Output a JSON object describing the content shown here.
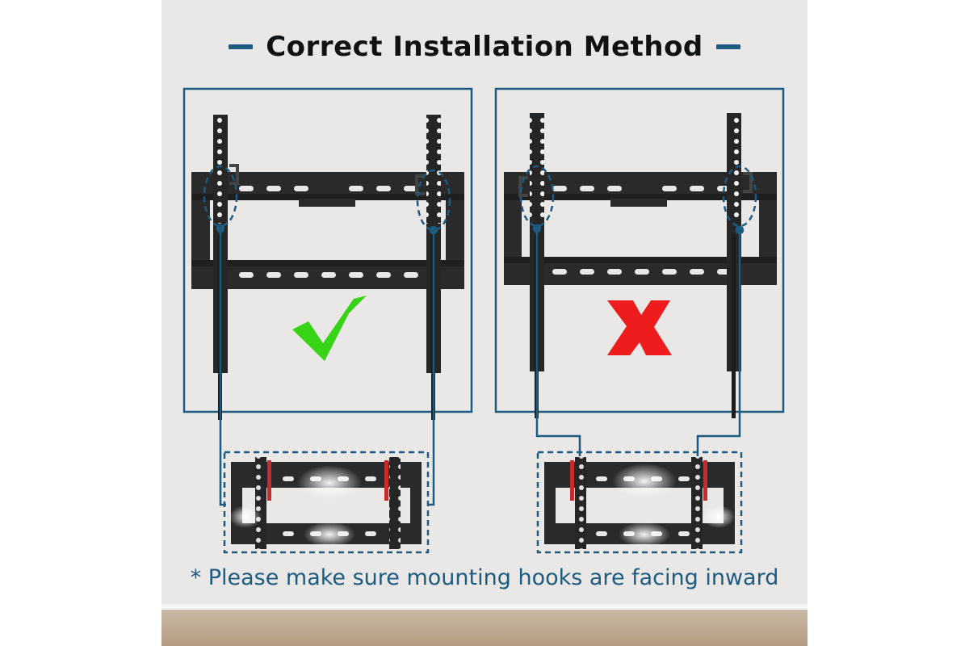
{
  "header": {
    "title": "Correct Installation Method"
  },
  "panels": [
    {
      "verdict": "correct",
      "mark_icon": "check-mark-icon",
      "mark_color": "#37d317"
    },
    {
      "verdict": "incorrect",
      "mark_icon": "cross-mark-icon",
      "mark_color": "#ee1c1c"
    }
  ],
  "footer": {
    "note": "* Please make sure mounting hooks are facing inward"
  },
  "colors": {
    "accent": "#1e5b80",
    "bracket": "#222222",
    "wall": "#e9e8e6",
    "check": "#37d317",
    "cross": "#ee1c1c"
  }
}
